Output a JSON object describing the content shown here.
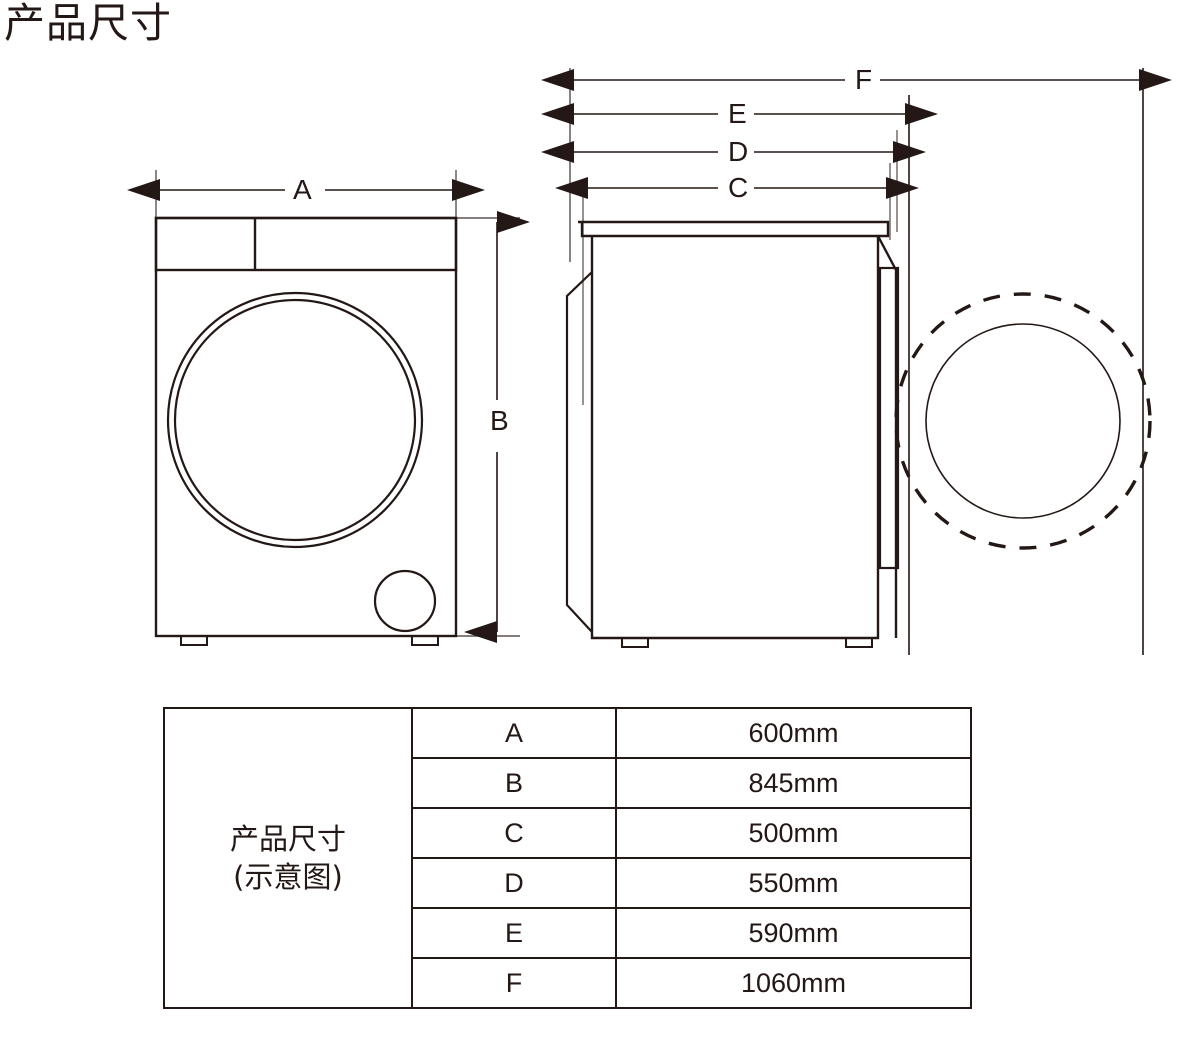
{
  "page": {
    "title": "产品尺寸"
  },
  "diagram": {
    "front_view": {
      "name": "front-view",
      "dimension_labels": {
        "width": "A",
        "height": "B"
      },
      "parts": [
        "control-panel",
        "door-ring",
        "filter-cap",
        "leveling-feet"
      ]
    },
    "side_view": {
      "name": "side-view",
      "dimension_labels": {
        "total_with_door_open": "F",
        "depth_with_door": "E",
        "depth_with_handle": "D",
        "body_depth": "C"
      },
      "parts": [
        "top-panel",
        "door-panel",
        "door-swing-arc",
        "leveling-feet"
      ]
    }
  },
  "table": {
    "caption_line1": "产品尺寸",
    "caption_line2": "(示意图)",
    "rows": [
      {
        "key": "A",
        "value": "600mm"
      },
      {
        "key": "B",
        "value": "845mm"
      },
      {
        "key": "C",
        "value": "500mm"
      },
      {
        "key": "D",
        "value": "550mm"
      },
      {
        "key": "E",
        "value": "590mm"
      },
      {
        "key": "F",
        "value": "1060mm"
      }
    ]
  },
  "colors": {
    "ink": "#231815",
    "background": "#ffffff"
  }
}
